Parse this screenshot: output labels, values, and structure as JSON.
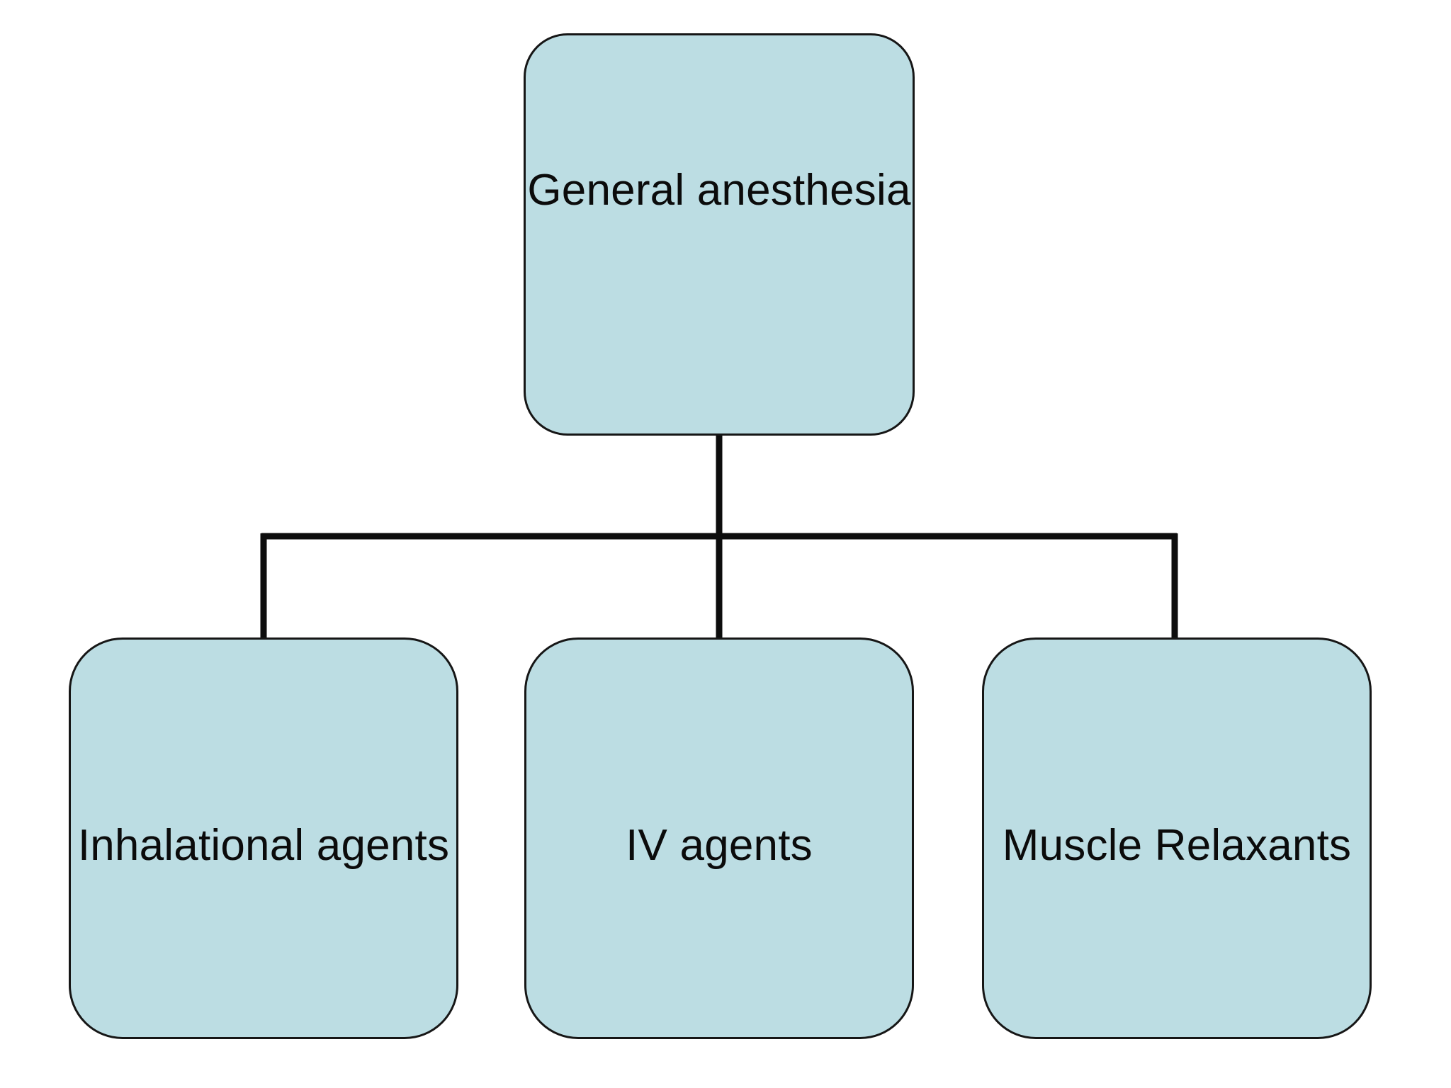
{
  "diagram": {
    "type": "hierarchy-tree",
    "orientation": "top-down",
    "background_color": "#ffffff",
    "node_fill_color": "#bcdde3",
    "node_border_color": "#161616",
    "connector_color": "#0d0d0d",
    "text_color": "#0b0b0b",
    "root": {
      "id": "general-anesthesia",
      "label": "General anesthesia"
    },
    "children": [
      {
        "id": "inhalational-agents",
        "label": "Inhalational agents"
      },
      {
        "id": "iv-agents",
        "label": "IV agents"
      },
      {
        "id": "muscle-relaxants",
        "label": "Muscle Relaxants"
      }
    ],
    "edges": [
      {
        "from": "general-anesthesia",
        "to": "inhalational-agents"
      },
      {
        "from": "general-anesthesia",
        "to": "iv-agents"
      },
      {
        "from": "general-anesthesia",
        "to": "muscle-relaxants"
      }
    ]
  }
}
